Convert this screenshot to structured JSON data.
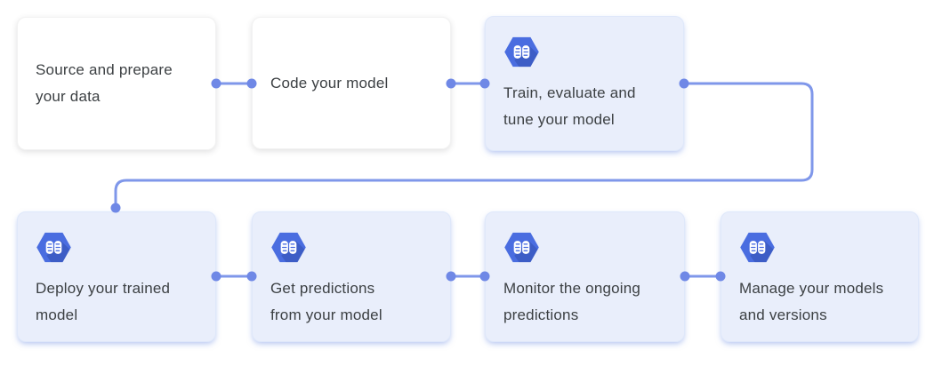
{
  "diagram": {
    "colors": {
      "card_white_bg": "#ffffff",
      "card_blue_bg": "#e9eefb",
      "card_blue_border": "#dfe8fa",
      "connector_line": "#7f97ea",
      "connector_dot": "#6f88e6",
      "icon_hex": "#4a6de0",
      "text_color": "#3c4043"
    },
    "steps": [
      {
        "id": "source-data",
        "label": "Source and prepare\nyour data",
        "variant": "white",
        "icon": null
      },
      {
        "id": "code-model",
        "label": "Code your model",
        "variant": "white",
        "icon": null
      },
      {
        "id": "train-evaluate-tune",
        "label": "Train, evaluate and\ntune your model",
        "variant": "blue",
        "icon": "ml-brain-hexagon-icon"
      },
      {
        "id": "deploy-model",
        "label": "Deploy your trained\nmodel",
        "variant": "blue",
        "icon": "ml-brain-hexagon-icon"
      },
      {
        "id": "get-predictions",
        "label": "Get predictions\nfrom your model",
        "variant": "blue",
        "icon": "ml-brain-hexagon-icon"
      },
      {
        "id": "monitor-predictions",
        "label": "Monitor the ongoing\npredictions",
        "variant": "blue",
        "icon": "ml-brain-hexagon-icon"
      },
      {
        "id": "manage-models",
        "label": "Manage your models\nand versions",
        "variant": "blue",
        "icon": "ml-brain-hexagon-icon"
      }
    ]
  }
}
